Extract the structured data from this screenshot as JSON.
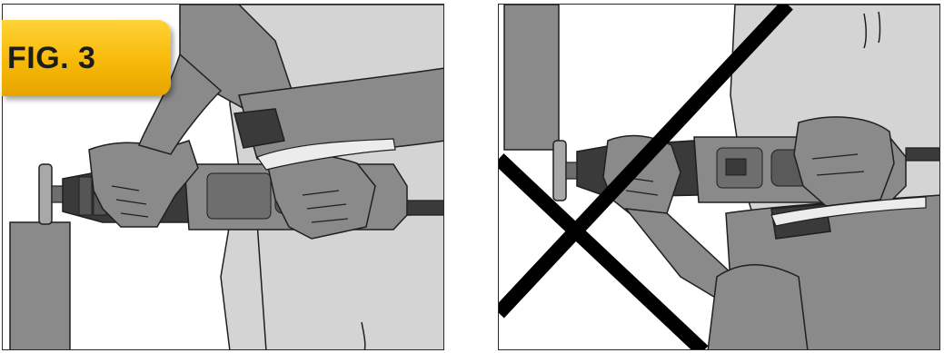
{
  "figure": {
    "label": "FIG. 3"
  },
  "panels": [
    {
      "id": "correct-grip",
      "crossed_out": false
    },
    {
      "id": "incorrect-grip",
      "crossed_out": true
    }
  ],
  "colors": {
    "accent": "#f6b908",
    "tool_dark": "#3a3a3a",
    "body_gray": "#8a8a8a",
    "light_gray": "#d4d4d4",
    "outline": "#1f1f1f"
  }
}
